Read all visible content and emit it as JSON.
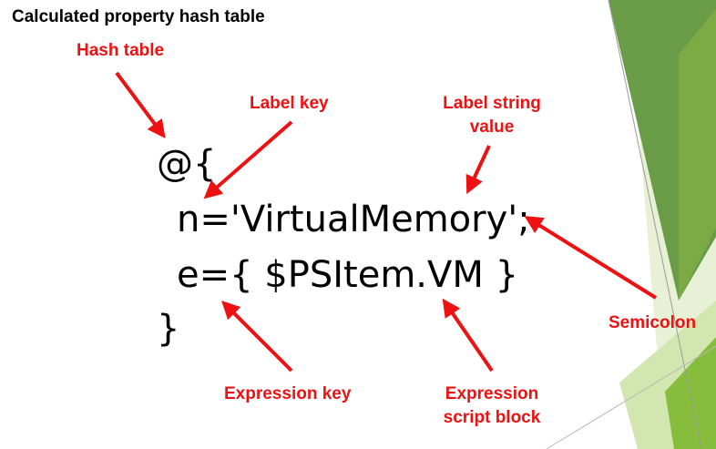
{
  "title": "Calculated property hash table",
  "code": {
    "line1": "@{",
    "line2": "n='VirtualMemory';",
    "line3": "e={ $PSItem.VM }",
    "line4": "}"
  },
  "annotations": {
    "hash_table": "Hash table",
    "label_key": "Label key",
    "label_string_value_line1": "Label string",
    "label_string_value_line2": "value",
    "semicolon": "Semicolon",
    "expression_key": "Expression key",
    "expression_script_block_line1": "Expression",
    "expression_script_block_line2": "script block"
  },
  "colors": {
    "annotation": "#ee1111",
    "decor_dark_green": "#5f9a3a",
    "decor_mid_green": "#7fb23f",
    "decor_light_green": "#c9e0a0"
  }
}
